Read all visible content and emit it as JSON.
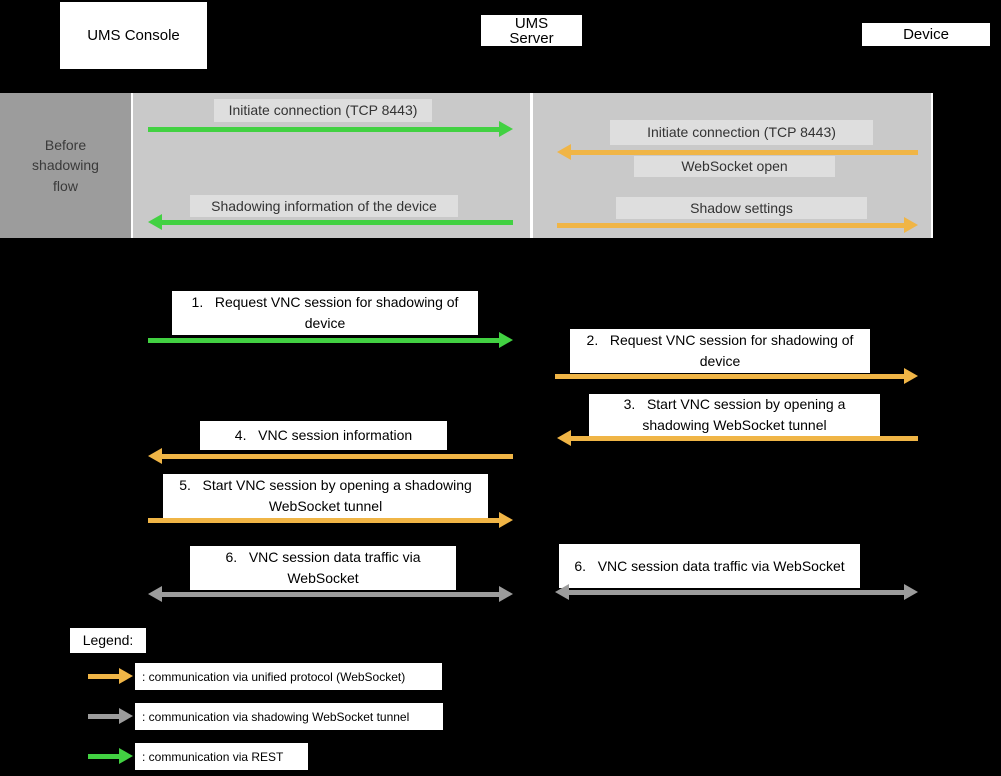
{
  "actors": {
    "console": "UMS Console",
    "server": "UMS Server",
    "device": "Device"
  },
  "before": {
    "row_label": "Before shadowing flow",
    "msg_initiate_console": "Initiate connection (TCP 8443)",
    "msg_initiate_device": "Initiate connection (TCP 8443)",
    "msg_websocket_open": "WebSocket open",
    "msg_shadowing_info": "Shadowing information of the device",
    "msg_shadow_settings": "Shadow settings"
  },
  "flow": {
    "step1": "1.   Request VNC session for shadowing of device",
    "step2": "2.   Request VNC session for shadowing of device",
    "step3": "3.   Start VNC session by opening a shadowing WebSocket tunnel",
    "step4": "4.   VNC session information",
    "step5": "5.   Start VNC session by opening a shadowing WebSocket tunnel",
    "step6_left": "6.   VNC session data traffic via WebSocket",
    "step6_right": "6.   VNC session data traffic via WebSocket"
  },
  "legend": {
    "title": "Legend:",
    "unified": ": communication via unified protocol (WebSocket)",
    "shadowing": ": communication via shadowing WebSocket tunnel",
    "rest": ": communication via REST"
  },
  "colors": {
    "green": "#42d142",
    "yellow": "#f0b546",
    "gray": "#9c9c9c"
  }
}
